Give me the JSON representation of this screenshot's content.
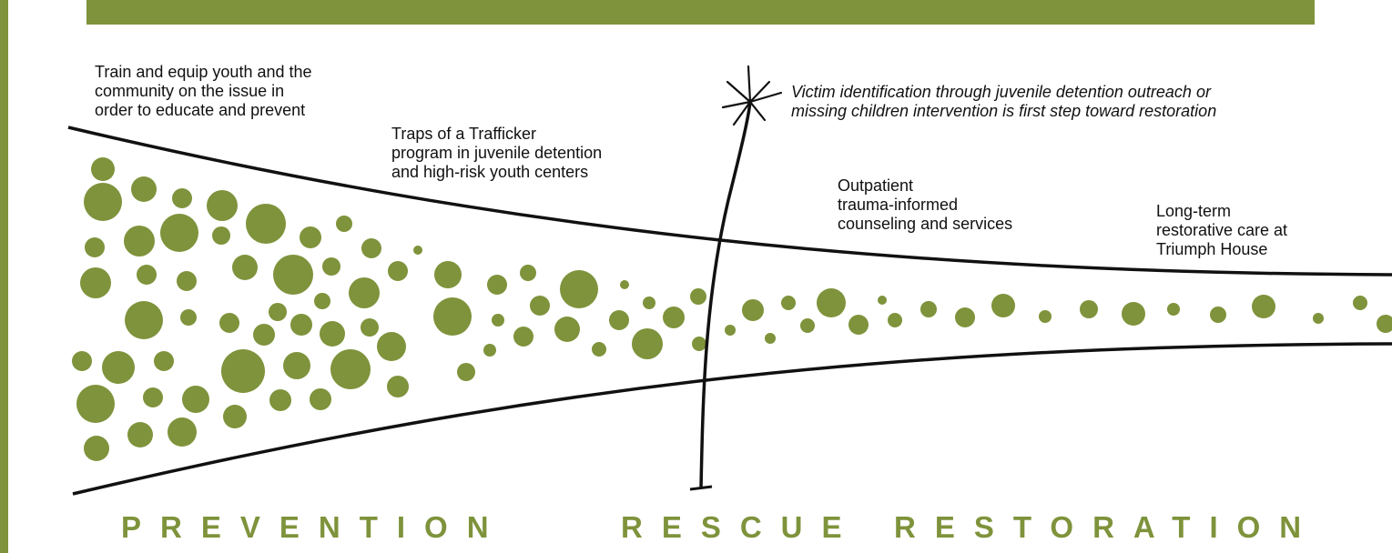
{
  "colors": {
    "accent": "#7e933b",
    "ink": "#111111",
    "background": "#ffffff"
  },
  "annotations": {
    "educate": "Train and equip youth and the\ncommunity on the issue in\norder to educate and prevent",
    "traps": "Traps of a Trafficker\nprogram in juvenile detention\nand high-risk youth centers",
    "identification": "Victim identification through juvenile detention outreach or\nmissing children intervention is first step toward restoration",
    "outpatient": "Outpatient\ntrauma-informed\ncounseling and services",
    "longterm": "Long-term\nrestorative care at\nTriumph House"
  },
  "stages": {
    "prevention": "PREVENTION",
    "rescue": "RESCUE",
    "restoration": "RESTORATION"
  },
  "icons": {
    "marker": "starburst-icon"
  }
}
